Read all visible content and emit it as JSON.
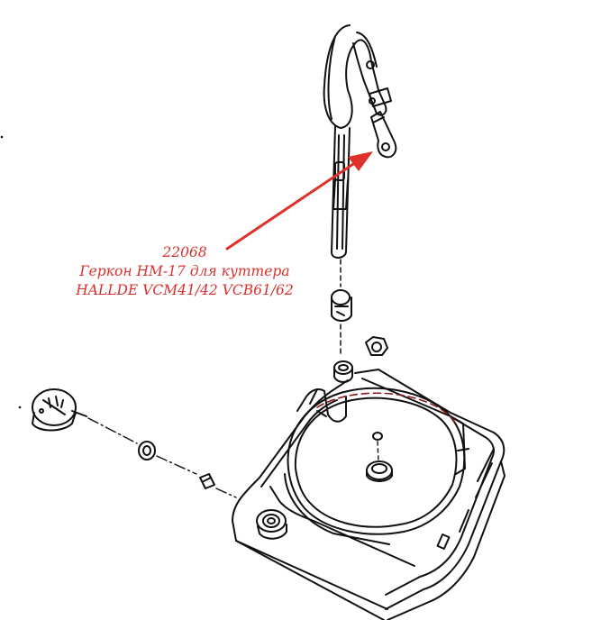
{
  "callout": {
    "part_number": "22068",
    "description": "Геркон НМ-17 для куттера",
    "model": "HALLDE VCM41/42 VCB61/62"
  },
  "colors": {
    "callout_text": "#d8302c",
    "arrow": "#e0302a",
    "drawing_lines": "#111111",
    "dashed_accent": "#8b1a1a"
  }
}
